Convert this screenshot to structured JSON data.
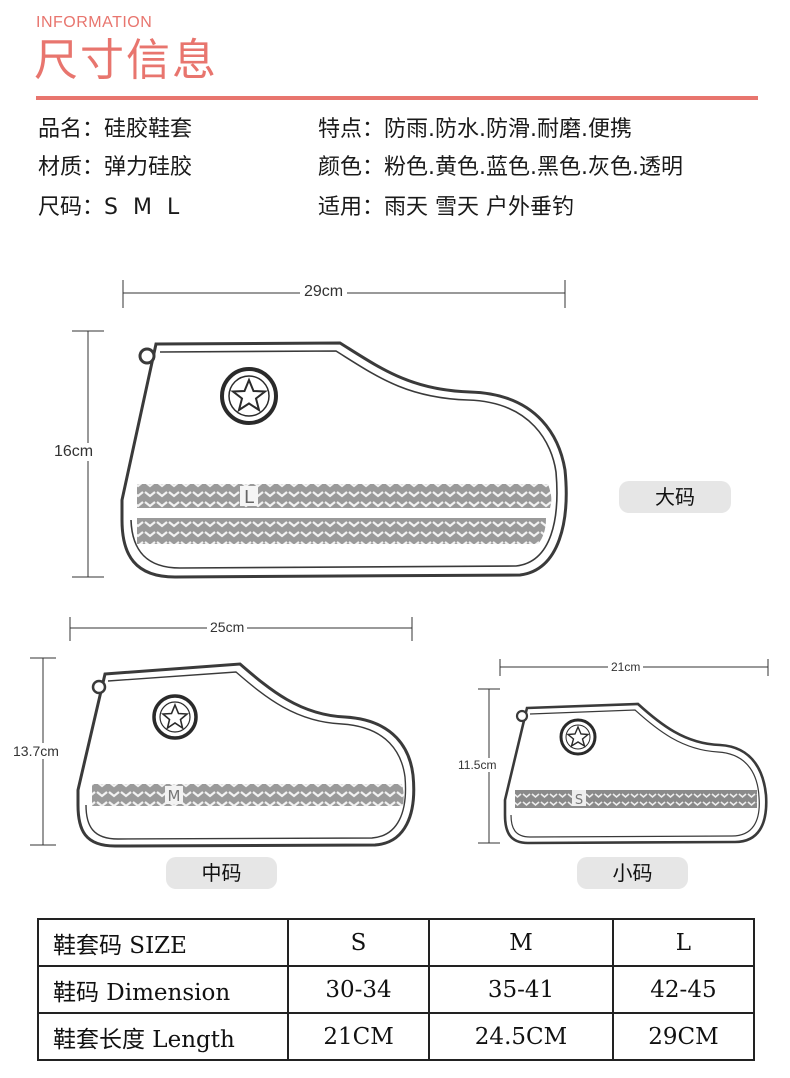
{
  "header": {
    "en": "INFORMATION",
    "cn": "尺寸信息"
  },
  "specs": {
    "left": [
      {
        "label": "品名：",
        "value": "硅胶鞋套"
      },
      {
        "label": "材质：",
        "value": "弹力硅胶"
      },
      {
        "label": "尺码：",
        "value": "S  M  L"
      }
    ],
    "right": [
      {
        "label": "特点：",
        "value": "防雨.防水.防滑.耐磨.便携"
      },
      {
        "label": "颜色：",
        "value": "粉色.黄色.蓝色.黑色.灰色.透明"
      },
      {
        "label": "适用：",
        "value": "雨天 雪天 户外垂钓"
      }
    ]
  },
  "diagram": {
    "large": {
      "width": "29cm",
      "height": "16cm",
      "letter": "L",
      "label": "大码"
    },
    "medium": {
      "width": "25cm",
      "height": "13.7cm",
      "letter": "M",
      "label": "中码"
    },
    "small": {
      "width": "21cm",
      "height": "11.5cm",
      "letter": "S",
      "label": "小码"
    }
  },
  "size_table": {
    "rows": [
      {
        "head": "鞋套码  SIZE",
        "cells": [
          "S",
          "M",
          "L"
        ]
      },
      {
        "head": "鞋码  Dimension",
        "cells": [
          "30-34",
          "35-41",
          "42-45"
        ]
      },
      {
        "head": "鞋套长度  Length",
        "cells": [
          "21CM",
          "24.5CM",
          "29CM"
        ]
      }
    ]
  },
  "colors": {
    "accent": "#e8756e",
    "outline": "#3a3a3a",
    "pill": "#e6e6e6"
  }
}
